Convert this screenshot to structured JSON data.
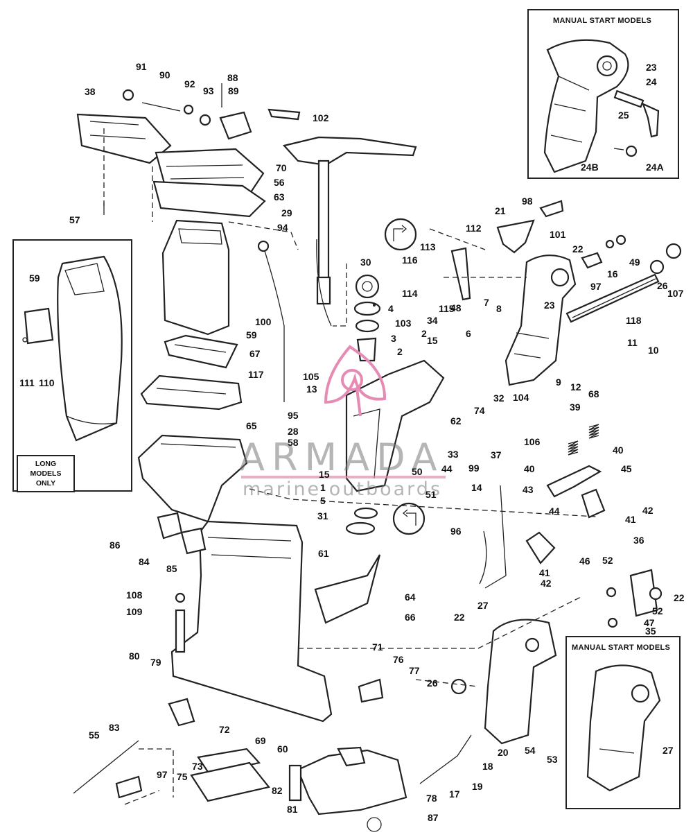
{
  "insets": {
    "top_right_title": "MANUAL START MODELS",
    "bottom_right_title": "MANUAL START MODELS",
    "long_models_note": [
      "LONG",
      "MODELS",
      "ONLY"
    ]
  },
  "watermark": {
    "brand": "ARMADA",
    "tagline": "marine outboards",
    "accent_color": "#e58bb4"
  },
  "part_labels": [
    {
      "num": "91"
    },
    {
      "num": "90"
    },
    {
      "num": "92"
    },
    {
      "num": "93"
    },
    {
      "num": "88"
    },
    {
      "num": "89"
    },
    {
      "num": "38"
    },
    {
      "num": "102"
    },
    {
      "num": "70"
    },
    {
      "num": "56"
    },
    {
      "num": "63"
    },
    {
      "num": "57"
    },
    {
      "num": "29"
    },
    {
      "num": "94"
    },
    {
      "num": "59"
    },
    {
      "num": "100"
    },
    {
      "num": "59"
    },
    {
      "num": "110"
    },
    {
      "num": "111"
    },
    {
      "num": "67"
    },
    {
      "num": "117"
    },
    {
      "num": "95"
    },
    {
      "num": "28"
    },
    {
      "num": "58"
    },
    {
      "num": "65"
    },
    {
      "num": "112"
    },
    {
      "num": "21"
    },
    {
      "num": "98"
    },
    {
      "num": "101"
    },
    {
      "num": "22"
    },
    {
      "num": "30"
    },
    {
      "num": "113"
    },
    {
      "num": "116"
    },
    {
      "num": "114"
    },
    {
      "num": "48"
    },
    {
      "num": "4"
    },
    {
      "num": "115"
    },
    {
      "num": "7"
    },
    {
      "num": "34"
    },
    {
      "num": "103"
    },
    {
      "num": "6"
    },
    {
      "num": "8"
    },
    {
      "num": "97"
    },
    {
      "num": "16"
    },
    {
      "num": "49"
    },
    {
      "num": "26"
    },
    {
      "num": "107"
    },
    {
      "num": "23"
    },
    {
      "num": "118"
    },
    {
      "num": "3"
    },
    {
      "num": "2"
    },
    {
      "num": "2"
    },
    {
      "num": "15"
    },
    {
      "num": "11"
    },
    {
      "num": "10"
    },
    {
      "num": "9"
    },
    {
      "num": "12"
    },
    {
      "num": "68"
    },
    {
      "num": "105"
    },
    {
      "num": "13"
    },
    {
      "num": "32"
    },
    {
      "num": "74"
    },
    {
      "num": "62"
    },
    {
      "num": "104"
    },
    {
      "num": "106"
    },
    {
      "num": "39"
    },
    {
      "num": "40"
    },
    {
      "num": "40"
    },
    {
      "num": "33"
    },
    {
      "num": "37"
    },
    {
      "num": "99"
    },
    {
      "num": "45"
    },
    {
      "num": "15"
    },
    {
      "num": "44"
    },
    {
      "num": "50"
    },
    {
      "num": "1"
    },
    {
      "num": "51"
    },
    {
      "num": "14"
    },
    {
      "num": "43"
    },
    {
      "num": "42"
    },
    {
      "num": "41"
    },
    {
      "num": "5"
    },
    {
      "num": "31"
    },
    {
      "num": "44"
    },
    {
      "num": "96"
    },
    {
      "num": "86"
    },
    {
      "num": "84"
    },
    {
      "num": "85"
    },
    {
      "num": "61"
    },
    {
      "num": "46"
    },
    {
      "num": "36"
    },
    {
      "num": "41"
    },
    {
      "num": "42"
    },
    {
      "num": "52"
    },
    {
      "num": "22"
    },
    {
      "num": "52"
    },
    {
      "num": "47"
    },
    {
      "num": "35"
    },
    {
      "num": "108"
    },
    {
      "num": "109"
    },
    {
      "num": "64"
    },
    {
      "num": "66"
    },
    {
      "num": "22"
    },
    {
      "num": "27"
    },
    {
      "num": "80"
    },
    {
      "num": "79"
    },
    {
      "num": "71"
    },
    {
      "num": "76"
    },
    {
      "num": "77"
    },
    {
      "num": "26"
    },
    {
      "num": "72"
    },
    {
      "num": "55"
    },
    {
      "num": "83"
    },
    {
      "num": "75"
    },
    {
      "num": "73"
    },
    {
      "num": "69"
    },
    {
      "num": "60"
    },
    {
      "num": "82"
    },
    {
      "num": "81"
    },
    {
      "num": "97"
    },
    {
      "num": "17"
    },
    {
      "num": "19"
    },
    {
      "num": "18"
    },
    {
      "num": "20"
    },
    {
      "num": "54"
    },
    {
      "num": "53"
    },
    {
      "num": "78"
    },
    {
      "num": "87"
    },
    {
      "num": "27"
    },
    {
      "num": "23"
    },
    {
      "num": "24"
    },
    {
      "num": "25"
    },
    {
      "num": "24B"
    },
    {
      "num": "24A"
    }
  ]
}
